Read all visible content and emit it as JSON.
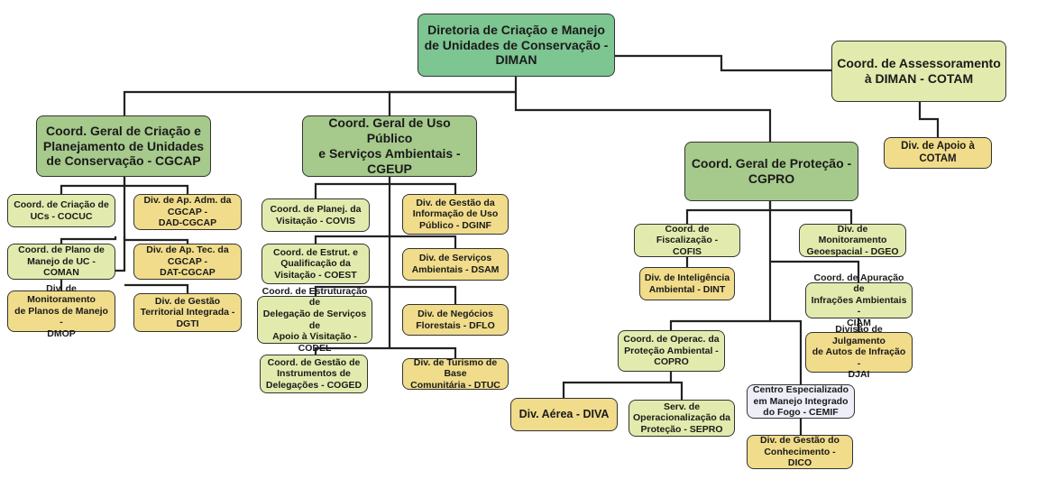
{
  "diman": "Diretoria de Criação e Manejo\nde Unidades de Conservação -\nDIMAN",
  "cotam": "Coord. de Assessoramento\nà DIMAN - COTAM",
  "cotam_div": "Div. de Apoio à\nCOTAM",
  "cgcap": "Coord. Geral de Criação e\nPlanejamento de Unidades\nde Conservação - CGCAP",
  "cgeup": "Coord. Geral de Uso Público\ne Serviços Ambientais -\nCGEUP",
  "cgpro": "Coord. Geral de Proteção -\nCGPRO",
  "cgcap_units": {
    "cocuc": "Coord. de Criação de\nUCs - COCUC",
    "coman": "Coord. de Plano de\nManejo de UC -\nCOMAN",
    "dmop": "Div. de Monitoramento\nde Planos de Manejo -\nDMOP",
    "dad": "Div. de Ap. Adm. da\nCGCAP -\nDAD-CGCAP",
    "dat": "Div. de Ap. Tec. da\nCGCAP -\nDAT-CGCAP",
    "dgti": "Div. de Gestão\nTerritorial Integrada -\nDGTI"
  },
  "cgeup_units": {
    "covis": "Coord. de Planej. da\nVisitação - COVIS",
    "coest": "Coord. de Estrut. e\nQualificação da\nVisitação - COEST",
    "codel": "Coord. de Estruturação de\nDelegação de Serviços de\nApoio à Visitação -\nCODEL",
    "coged": "Coord. de Gestão de\nInstrumentos de\nDelegações - COGED",
    "dginf": "Div. de Gestão da\nInformação de Uso\nPúblico - DGINF",
    "dsam": "Div. de Serviços\nAmbientais - DSAM",
    "dflo": "Div. de Negócios\nFlorestais - DFLO",
    "dtuc": "Div. de Turismo de Base\nComunitária - DTUC"
  },
  "cgpro_units": {
    "cofis": "Coord. de Fiscalização -\nCOFIS",
    "dint": "Div. de Inteligência\nAmbiental - DINT",
    "copro": "Coord. de Operac. da\nProteção Ambiental -\nCOPRO",
    "diva": "Div. Aérea - DIVA",
    "sepro": "Serv. de\nOperacionalização da\nProteção - SEPRO",
    "dgeo": "Div. de Monitoramento\nGeoespacial - DGEO",
    "ciam": "Coord. de Apuração de\nInfrações Ambientais -\nCIAM",
    "djai": "Divisão de Julgamento\nde Autos de Infração -\nDJAI",
    "cemif": "Centro Especializado\nem Manejo Integrado\ndo Fogo - CEMIF",
    "dico": "Div. de Gestão do\nConhecimento - DICO"
  },
  "colors": {
    "root": "#7dc591",
    "general_coordination": "#a6c98c",
    "coordination": "#e2ebad",
    "division": "#f0dc8a",
    "center": "#eeeef8"
  }
}
